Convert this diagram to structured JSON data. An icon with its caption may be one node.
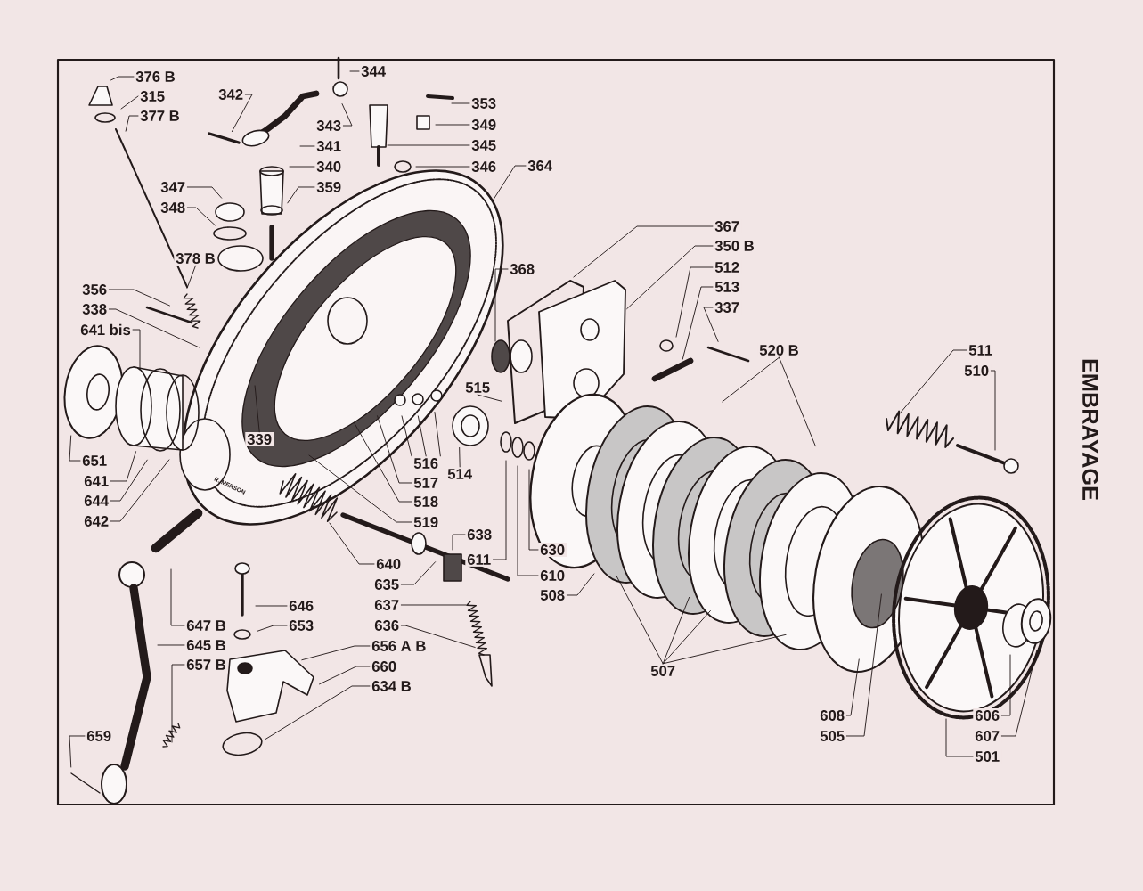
{
  "diagram": {
    "title": "EMBRAYAGE",
    "nodes": [
      {
        "text": [
          "376 B"
        ]
      },
      {
        "text": [
          "315"
        ]
      },
      {
        "text": [
          "377 B"
        ]
      },
      {
        "text": [
          "342"
        ]
      },
      {
        "text": [
          "344"
        ]
      },
      {
        "text": [
          "343"
        ]
      },
      {
        "text": [
          "341"
        ]
      },
      {
        "text": [
          "340"
        ]
      },
      {
        "text": [
          "359"
        ]
      },
      {
        "text": [
          "353"
        ]
      },
      {
        "text": [
          "349"
        ]
      },
      {
        "text": [
          "345"
        ]
      },
      {
        "text": [
          "346"
        ]
      },
      {
        "text": [
          "364"
        ]
      },
      {
        "text": [
          "347"
        ]
      },
      {
        "text": [
          "348"
        ]
      },
      {
        "text": [
          "378 B"
        ]
      },
      {
        "text": [
          "356"
        ]
      },
      {
        "text": [
          "338"
        ]
      },
      {
        "text": [
          "641 bis"
        ]
      },
      {
        "text": [
          "651"
        ]
      },
      {
        "text": [
          "641"
        ]
      },
      {
        "text": [
          "644"
        ]
      },
      {
        "text": [
          "642"
        ]
      },
      {
        "text": [
          "339"
        ]
      },
      {
        "text": [
          "515"
        ]
      },
      {
        "text": [
          "516"
        ]
      },
      {
        "text": [
          "517"
        ]
      },
      {
        "text": [
          "518"
        ]
      },
      {
        "text": [
          "519"
        ]
      },
      {
        "text": [
          "514"
        ]
      },
      {
        "text": [
          "638"
        ]
      },
      {
        "text": [
          "611"
        ]
      },
      {
        "text": [
          "630"
        ]
      },
      {
        "text": [
          "610"
        ]
      },
      {
        "text": [
          "508"
        ]
      },
      {
        "text": [
          "640"
        ]
      },
      {
        "text": [
          "635"
        ]
      },
      {
        "text": [
          "637"
        ]
      },
      {
        "text": [
          "636"
        ]
      },
      {
        "text": [
          "646"
        ]
      },
      {
        "text": [
          "653"
        ]
      },
      {
        "text": [
          "647 B"
        ]
      },
      {
        "text": [
          "645 B"
        ]
      },
      {
        "text": [
          "657 B"
        ]
      },
      {
        "text": [
          "656 A B"
        ]
      },
      {
        "text": [
          "660"
        ]
      },
      {
        "text": [
          "634 B"
        ]
      },
      {
        "text": [
          "659"
        ]
      },
      {
        "text": [
          "368"
        ]
      },
      {
        "text": [
          "367"
        ]
      },
      {
        "text": [
          "350 B"
        ]
      },
      {
        "text": [
          "512"
        ]
      },
      {
        "text": [
          "513"
        ]
      },
      {
        "text": [
          "337"
        ]
      },
      {
        "text": [
          "520 B"
        ]
      },
      {
        "text": [
          "511"
        ]
      },
      {
        "text": [
          "510"
        ]
      },
      {
        "text": [
          "507"
        ]
      },
      {
        "text": [
          "608"
        ]
      },
      {
        "text": [
          "505"
        ]
      },
      {
        "text": [
          "606"
        ]
      },
      {
        "text": [
          "607"
        ]
      },
      {
        "text": [
          "501"
        ]
      }
    ],
    "edges": [
      {
        "from": 0,
        "to": null,
        "arrow": "none"
      },
      {
        "from": 1,
        "to": null,
        "arrow": "none"
      },
      {
        "from": 2,
        "to": null,
        "arrow": "none"
      },
      {
        "from": 3,
        "to": null,
        "arrow": "none"
      },
      {
        "from": 4,
        "to": null,
        "arrow": "none"
      },
      {
        "from": 5,
        "to": null,
        "arrow": "none"
      },
      {
        "from": 6,
        "to": null,
        "arrow": "none"
      },
      {
        "from": 7,
        "to": null,
        "arrow": "none"
      },
      {
        "from": 8,
        "to": null,
        "arrow": "none"
      },
      {
        "from": 9,
        "to": null,
        "arrow": "none"
      },
      {
        "from": 10,
        "to": null,
        "arrow": "none"
      },
      {
        "from": 11,
        "to": null,
        "arrow": "none"
      },
      {
        "from": 12,
        "to": null,
        "arrow": "none"
      },
      {
        "from": 13,
        "to": null,
        "arrow": "none"
      },
      {
        "from": 14,
        "to": null,
        "arrow": "none"
      },
      {
        "from": 15,
        "to": null,
        "arrow": "none"
      },
      {
        "from": 16,
        "to": null,
        "arrow": "none"
      },
      {
        "from": 17,
        "to": null,
        "arrow": "none"
      },
      {
        "from": 18,
        "to": null,
        "arrow": "none"
      },
      {
        "from": 19,
        "to": null,
        "arrow": "none"
      },
      {
        "from": 20,
        "to": null,
        "arrow": "none"
      },
      {
        "from": 21,
        "to": null,
        "arrow": "none"
      },
      {
        "from": 22,
        "to": null,
        "arrow": "none"
      },
      {
        "from": 23,
        "to": null,
        "arrow": "none"
      },
      {
        "from": 24,
        "to": null,
        "arrow": "none"
      },
      {
        "from": 25,
        "to": null,
        "arrow": "none"
      },
      {
        "from": 26,
        "to": null,
        "arrow": "none"
      },
      {
        "from": 26,
        "to": null,
        "arrow": "none"
      },
      {
        "from": 26,
        "to": null,
        "arrow": "none"
      },
      {
        "from": 27,
        "to": null,
        "arrow": "none"
      },
      {
        "from": 28,
        "to": null,
        "arrow": "none"
      },
      {
        "from": 29,
        "to": null,
        "arrow": "none"
      },
      {
        "from": 30,
        "to": null,
        "arrow": "none"
      },
      {
        "from": 31,
        "to": null,
        "arrow": "none"
      },
      {
        "from": 32,
        "to": null,
        "arrow": "none"
      },
      {
        "from": 33,
        "to": null,
        "arrow": "none"
      },
      {
        "from": 34,
        "to": null,
        "arrow": "none"
      },
      {
        "from": 35,
        "to": null,
        "arrow": "none"
      },
      {
        "from": 36,
        "to": null,
        "arrow": "none"
      },
      {
        "from": 37,
        "to": null,
        "arrow": "none"
      },
      {
        "from": 38,
        "to": null,
        "arrow": "none"
      },
      {
        "from": 39,
        "to": null,
        "arrow": "none"
      },
      {
        "from": 40,
        "to": null,
        "arrow": "none"
      },
      {
        "from": 41,
        "to": null,
        "arrow": "none"
      },
      {
        "from": 42,
        "to": null,
        "arrow": "none"
      },
      {
        "from": 43,
        "to": null,
        "arrow": "none"
      },
      {
        "from": 44,
        "to": null,
        "arrow": "none"
      },
      {
        "from": 45,
        "to": null,
        "arrow": "none"
      },
      {
        "from": 46,
        "to": null,
        "arrow": "none"
      },
      {
        "from": 47,
        "to": null,
        "arrow": "none"
      },
      {
        "from": 48,
        "to": null,
        "arrow": "none"
      },
      {
        "from": 49,
        "to": null,
        "arrow": "none"
      },
      {
        "from": 50,
        "to": null,
        "arrow": "none"
      },
      {
        "from": 51,
        "to": null,
        "arrow": "none"
      },
      {
        "from": 52,
        "to": null,
        "arrow": "none"
      },
      {
        "from": 53,
        "to": null,
        "arrow": "none"
      },
      {
        "from": 54,
        "to": null,
        "arrow": "none"
      },
      {
        "from": 55,
        "to": null,
        "arrow": "none"
      },
      {
        "from": 55,
        "to": null,
        "arrow": "none"
      },
      {
        "from": 56,
        "to": null,
        "arrow": "none"
      },
      {
        "from": 57,
        "to": null,
        "arrow": "none"
      },
      {
        "from": 58,
        "to": null,
        "arrow": "none"
      },
      {
        "from": 58,
        "to": null,
        "arrow": "none"
      },
      {
        "from": 58,
        "to": null,
        "arrow": "none"
      },
      {
        "from": 58,
        "to": null,
        "arrow": "none"
      },
      {
        "from": 59,
        "to": null,
        "arrow": "none"
      },
      {
        "from": 60,
        "to": null,
        "arrow": "none"
      },
      {
        "from": 61,
        "to": null,
        "arrow": "none"
      },
      {
        "from": 62,
        "to": null,
        "arrow": "none"
      },
      {
        "from": 63,
        "to": null,
        "arrow": "none"
      }
    ],
    "labels": [
      "R. MERSON"
    ]
  }
}
